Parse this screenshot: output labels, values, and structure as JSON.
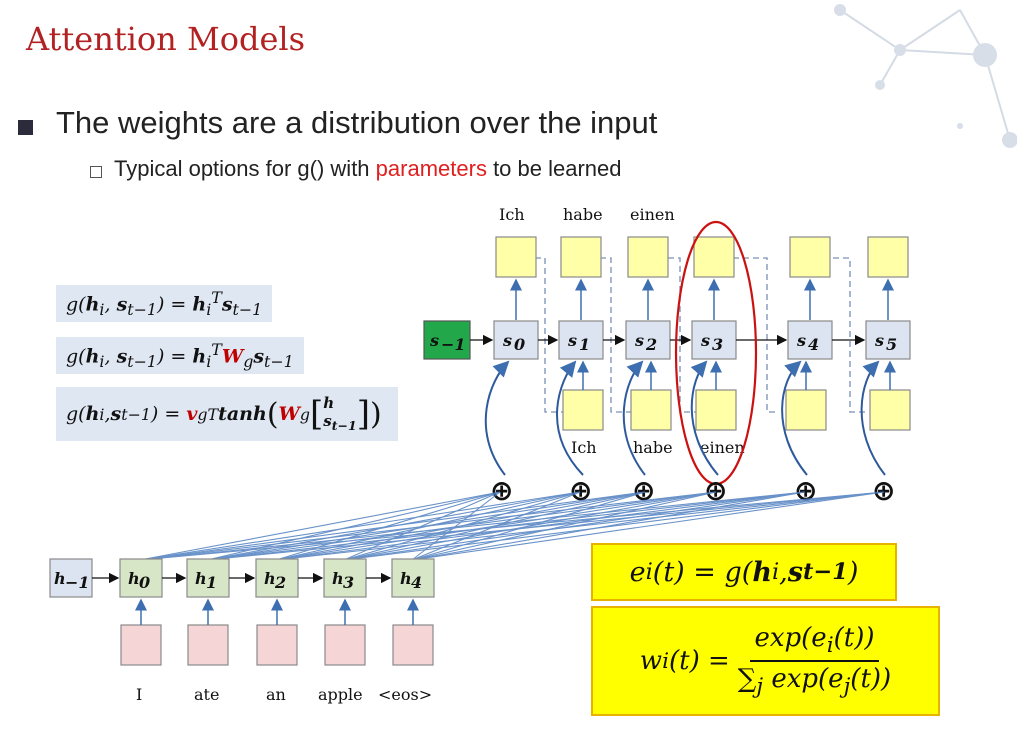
{
  "slide": {
    "title": "Attention Models",
    "bullet1": "The weights are a distribution over the input",
    "bullet2_pre": "Typical options for g() with ",
    "bullet2_hl": "parameters",
    "bullet2_post": " to be learned"
  },
  "decoder": {
    "top_words": [
      "Ich",
      "habe",
      "einen"
    ],
    "bottom_words": [
      "Ich",
      "habe",
      "einen"
    ],
    "states": [
      "s",
      "s",
      "s",
      "s",
      "s",
      "s",
      "s"
    ],
    "state_subs": [
      "−1",
      "0",
      "1",
      "2",
      "3",
      "4",
      "5"
    ]
  },
  "encoder": {
    "states": [
      "h",
      "h",
      "h",
      "h",
      "h",
      "h"
    ],
    "state_subs": [
      "−1",
      "0",
      "1",
      "2",
      "3",
      "4"
    ],
    "words": [
      "I",
      "ate",
      "an",
      "apple",
      "<eos>"
    ]
  },
  "symbols": {
    "sum": "⊕"
  },
  "colors": {
    "title": "#b22222",
    "highlight": "#e02020",
    "ellipse": "#cc1111",
    "formula_box": "#ffff00"
  }
}
